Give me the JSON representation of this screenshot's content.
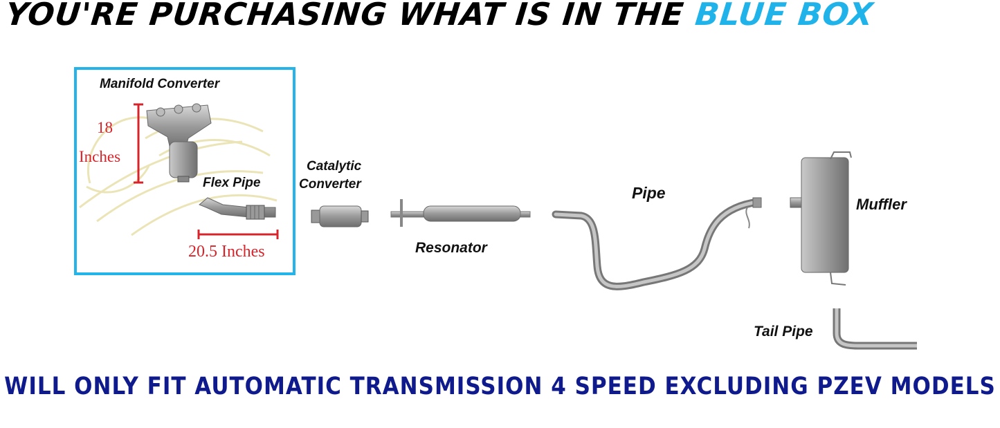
{
  "header": {
    "title_prefix": "YOU'RE PURCHASING WHAT IS IN THE ",
    "title_accent": "BLUE BOX"
  },
  "diagram": {
    "manifold_label": "Manifold Converter",
    "flex_label": "Flex Pipe",
    "measure_height_value": "18",
    "measure_height_unit": "Inches",
    "measure_length": "20.5 Inches",
    "catalytic_label_line1": "Catalytic",
    "catalytic_label_line2": "Converter",
    "resonator_label": "Resonator",
    "pipe_label": "Pipe",
    "muffler_label": "Muffler",
    "tail_label": "Tail Pipe"
  },
  "footer": {
    "note": "WILL ONLY FIT AUTOMATIC TRANSMISSION 4 SPEED EXCLUDING PZEV MODELS"
  },
  "colors": {
    "accent_blue": "#1fb3ea",
    "footer_navy": "#0f1a8c",
    "measure_red": "#d9232a"
  }
}
